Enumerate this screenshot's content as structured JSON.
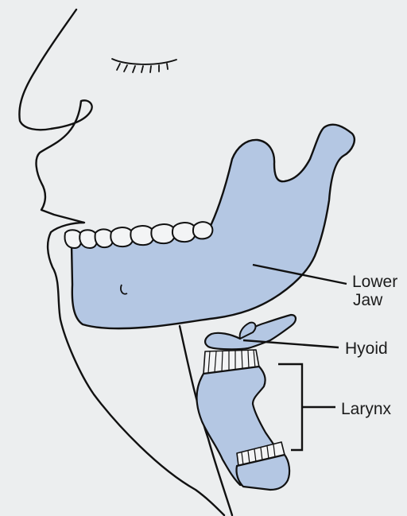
{
  "diagram": {
    "labels": {
      "lower_jaw_line1": "Lower",
      "lower_jaw_line2": "Jaw",
      "hyoid": "Hyoid",
      "larynx": "Larynx"
    },
    "colors": {
      "bone_fill": "#b4c7e3",
      "outline": "#111111",
      "background": "#eceeef"
    }
  }
}
